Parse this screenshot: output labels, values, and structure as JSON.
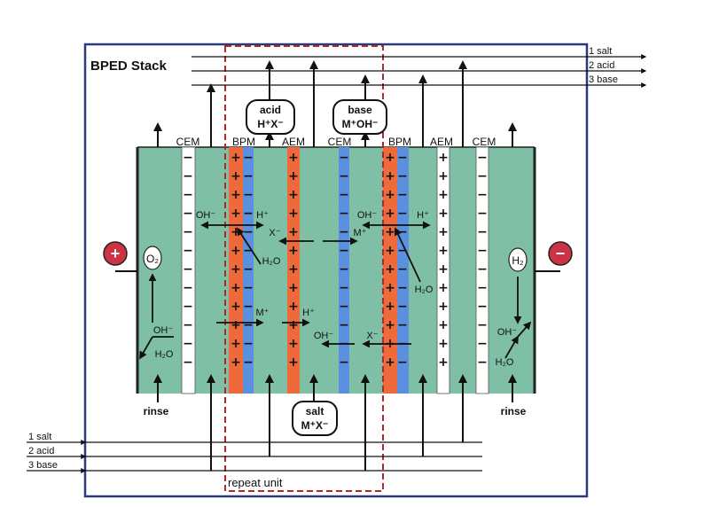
{
  "title": "BPED Stack",
  "outputs": [
    "1 salt",
    "2 acid",
    "3 base"
  ],
  "inputs": [
    "1 salt",
    "2 acid",
    "3 base"
  ],
  "membranes": {
    "cem": "CEM",
    "bpm": "BPM",
    "aem": "AEM"
  },
  "repeat_unit": "repeat unit",
  "boxes": {
    "acid": {
      "name": "acid",
      "formula": "H⁺X⁻"
    },
    "base": {
      "name": "base",
      "formula": "M⁺OH⁻"
    },
    "salt": {
      "name": "salt",
      "formula": "M⁺X⁻"
    }
  },
  "rinse": "rinse",
  "electrodes": {
    "anode": "+",
    "cathode": "−"
  },
  "species": {
    "o2": "O₂",
    "h2": "H₂",
    "oh": "OH⁻",
    "h": "H⁺",
    "x": "X⁻",
    "m": "M⁺",
    "h2o": "H₂O"
  },
  "colors": {
    "frame": "#2b3a78",
    "cell": "#7fbfa6",
    "bpm_cation": "#ee6a3a",
    "bpm_anion": "#5b8fe0",
    "dashed": "#b3262b",
    "electrode": "#cc3344"
  }
}
